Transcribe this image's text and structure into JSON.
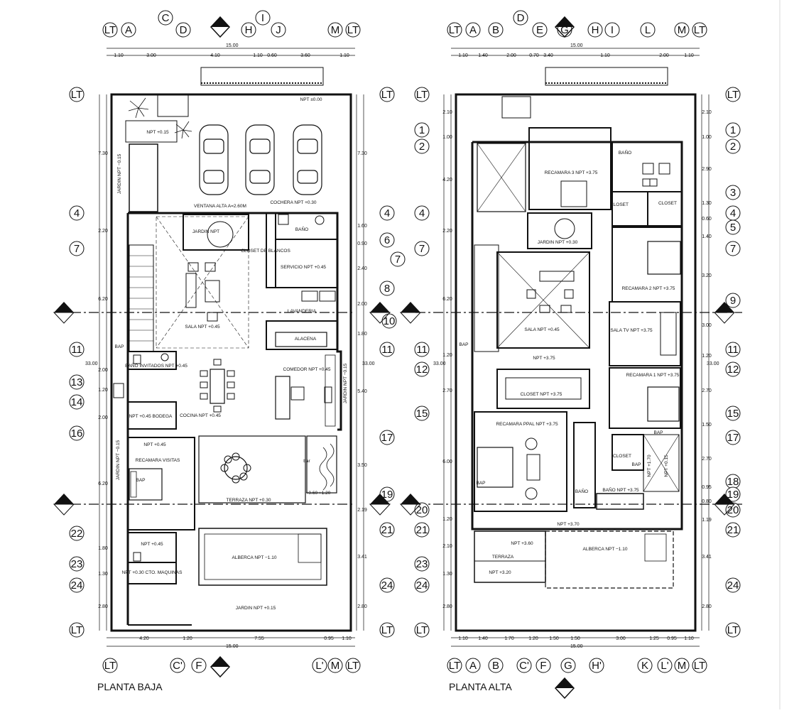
{
  "sheet": {
    "left_title": "PLANTA BAJA",
    "right_title": "PLANTA ALTA",
    "overall_width": "15.00",
    "overall_length": "33.00",
    "section_label": "A",
    "section_label_b": "B",
    "north_number": "1"
  },
  "planta_baja": {
    "top_axes": [
      "LT",
      "A",
      "C",
      "D",
      "H",
      "I",
      "J",
      "M",
      "LT"
    ],
    "bottom_axes": [
      "LT",
      "C'",
      "F",
      "L'",
      "M",
      "LT"
    ],
    "top_dims": [
      "1.10",
      "3.00",
      "4.10",
      "1.10",
      "0.60",
      "3.60",
      "1.10"
    ],
    "bottom_dims": [
      "4.20",
      "1.20",
      "7.55",
      "0.95",
      "1.10"
    ],
    "left_dims": [
      "7.30",
      "2.20",
      "6.20",
      "2.00",
      "1.20",
      "2.00",
      "6.20",
      "1.80",
      "1.30",
      "2.80"
    ],
    "right_dims": [
      "7.30",
      "1.60",
      "0.90",
      "2.40",
      "2.00",
      "1.80",
      "5.40",
      "3.50",
      "2.19",
      "3.41",
      "2.80"
    ],
    "left_axes": [
      "LT",
      "4",
      "7",
      "A",
      "11",
      "13",
      "14",
      "16",
      "B",
      "22",
      "23",
      "24",
      "LT"
    ],
    "right_axes": [
      "LT",
      "4",
      "6",
      "7",
      "8",
      "A",
      "10",
      "11",
      "17",
      "19",
      "B",
      "21",
      "24",
      "LT"
    ],
    "rooms": [
      {
        "name": "NPT ±0.00"
      },
      {
        "name": "NPT +0.15"
      },
      {
        "name": "JARDIN NPT −0.15"
      },
      {
        "name": "VENTANA ALTA A=2.60M"
      },
      {
        "name": "COCHERA NPT +0.30"
      },
      {
        "name": "JARDIN NPT"
      },
      {
        "name": "BAÑO"
      },
      {
        "name": "CLOSET DE BLANCOS"
      },
      {
        "name": "SERVICIO NPT +0.45"
      },
      {
        "name": "LAVANDERIA"
      },
      {
        "name": "SALA NPT +0.45"
      },
      {
        "name": "ALACENA"
      },
      {
        "name": "BAP"
      },
      {
        "name": "BAÑO INVITADOS NPT +0.45"
      },
      {
        "name": "COMEDOR NPT +0.45"
      },
      {
        "name": "JARDIN NPT −0.15"
      },
      {
        "name": "NPT +0.45 BODEGA"
      },
      {
        "name": "COCINA NPT +0.45"
      },
      {
        "name": "NPT +0.45"
      },
      {
        "name": "RECAMARA VISITAS"
      },
      {
        "name": "JARDIN NPT −0.15"
      },
      {
        "name": "BAP"
      },
      {
        "name": "bar"
      },
      {
        "name": "+0.60 +1.20"
      },
      {
        "name": "TERRAZA NPT +0.30"
      },
      {
        "name": "NPT +0.45"
      },
      {
        "name": "NPT +0.30 CTO. MAQUINAS"
      },
      {
        "name": "ALBERCA NPT −1.10"
      },
      {
        "name": "JARDIN NPT +0.15"
      }
    ]
  },
  "planta_alta": {
    "top_axes": [
      "LT",
      "A",
      "B",
      "D",
      "E",
      "G",
      "H",
      "I",
      "L",
      "M",
      "LT"
    ],
    "bottom_axes": [
      "LT",
      "A",
      "B",
      "C'",
      "F",
      "G",
      "H'",
      "K",
      "L'",
      "M",
      "LT"
    ],
    "top_dims": [
      "1.10",
      "1.40",
      "2.00",
      "0.70",
      "3.40",
      "1.10",
      "2.00",
      "1.10"
    ],
    "bottom_dims": [
      "1.10",
      "1.40",
      "1.70",
      "1.20",
      "1.50",
      "1.50",
      "3.00",
      "1.25",
      "0.95",
      "1.10"
    ],
    "left_dims": [
      "2.10",
      "1.00",
      "4.20",
      "2.20",
      "6.20",
      "1.20",
      "2.70",
      "6.00",
      "1.20",
      "2.10",
      "1.30",
      "2.80"
    ],
    "right_dims": [
      "2.10",
      "1.00",
      "2.90",
      "1.30",
      "0.60",
      "1.40",
      "3.20",
      "3.00",
      "1.20",
      "2.70",
      "1.50",
      "2.70",
      "0.95",
      "0.80",
      "1.19",
      "3.41",
      "2.80"
    ],
    "left_axes": [
      "LT",
      "1",
      "2",
      "4",
      "7",
      "A",
      "11",
      "12",
      "15",
      "20",
      "21",
      "23",
      "24",
      "LT"
    ],
    "right_axes": [
      "LT",
      "1",
      "2",
      "3",
      "4",
      "5",
      "7",
      "9",
      "A",
      "11",
      "12",
      "15",
      "17",
      "18",
      "19",
      "B",
      "20",
      "21",
      "24",
      "LT"
    ],
    "rooms": [
      {
        "name": "BAÑO"
      },
      {
        "name": "RECAMARA 3 NPT +3.75"
      },
      {
        "name": "CLOSET"
      },
      {
        "name": "CLOSET"
      },
      {
        "name": "JARDIN NPT +0.30"
      },
      {
        "name": "RECAMARA 2 NPT +3.75"
      },
      {
        "name": "SALA NPT +0.45"
      },
      {
        "name": "SALA TV NPT +3.75"
      },
      {
        "name": "BAP"
      },
      {
        "name": "NPT +3.75"
      },
      {
        "name": "RECAMARA 1 NPT +3.75"
      },
      {
        "name": "CLOSET NPT +3.75"
      },
      {
        "name": "RECAMARA PPAL NPT +3.75"
      },
      {
        "name": "BAP"
      },
      {
        "name": "CLOSET"
      },
      {
        "name": "BAP"
      },
      {
        "name": "NPT +1.70"
      },
      {
        "name": "NPT +0.15"
      },
      {
        "name": "BAP"
      },
      {
        "name": "BAÑO"
      },
      {
        "name": "BAÑO NPT +3.75"
      },
      {
        "name": "NPT +3.70"
      },
      {
        "name": "NPT +3.60"
      },
      {
        "name": "TERRAZA"
      },
      {
        "name": "NPT +3.20"
      },
      {
        "name": "ALBERCA NPT −1.10"
      }
    ]
  }
}
